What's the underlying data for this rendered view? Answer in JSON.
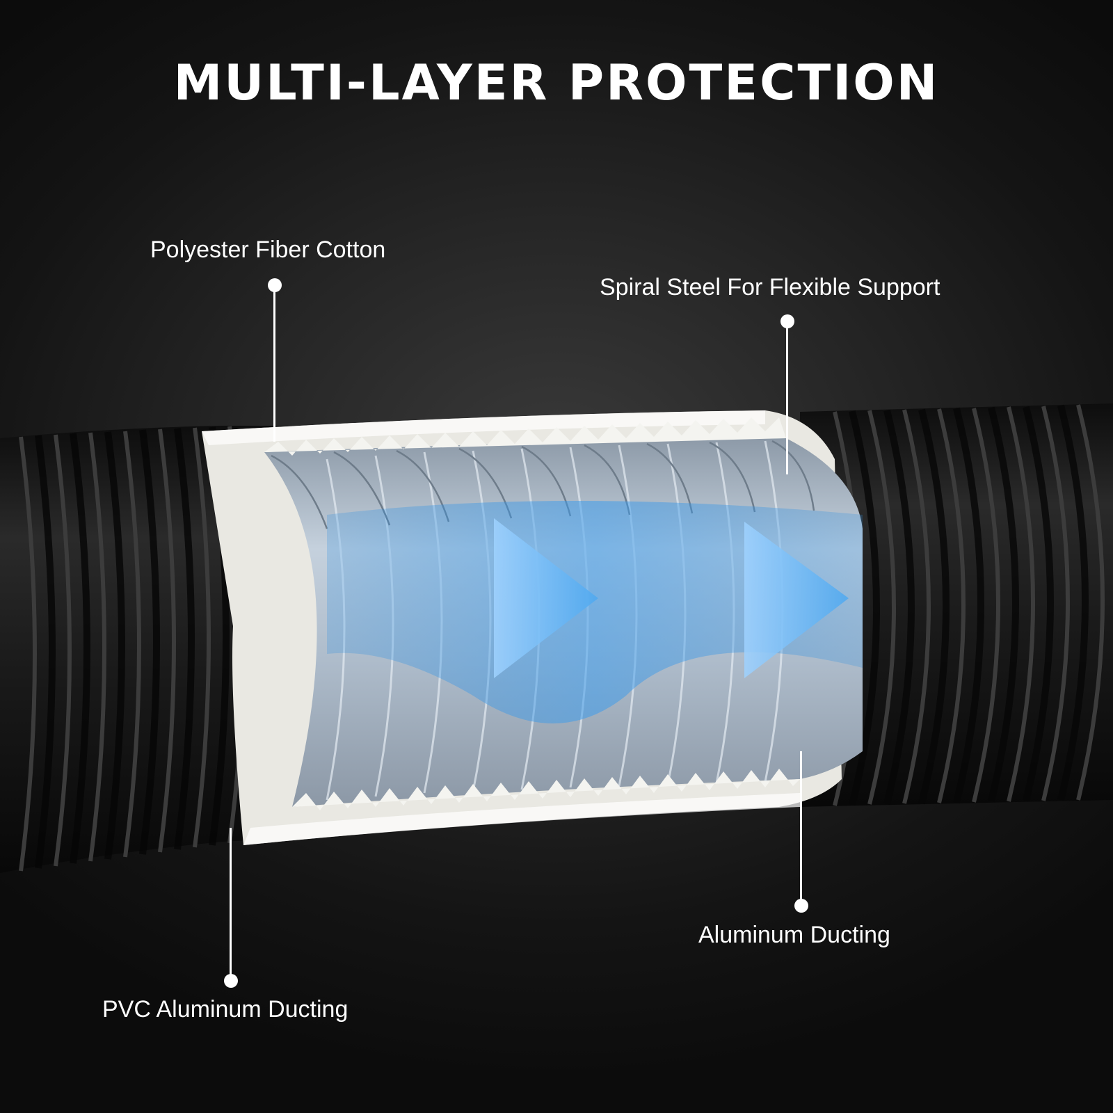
{
  "headline": "MULTI-LAYER PROTECTION",
  "callouts": {
    "polyester": "Polyester Fiber Cotton",
    "spiral": "Spiral Steel For Flexible Support",
    "aluminum": "Aluminum Ducting",
    "pvc": "PVC Aluminum Ducting"
  },
  "colors": {
    "hose": "#1b1b1b",
    "insulation": "#ecebe6",
    "foil": "#b9c6d3",
    "airflow": "#4aa3e8"
  }
}
